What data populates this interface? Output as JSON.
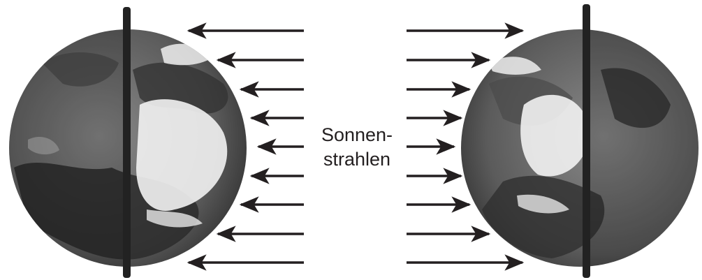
{
  "diagram": {
    "label_line1": "Sonnen-",
    "label_line2": "strahlen",
    "arrow_rows": 9,
    "colors": {
      "ink": "#231f20",
      "globe_dark": "#3a3a3a",
      "globe_mid": "#7a7a7a",
      "cloud": "#f2f2f2",
      "axis": "#222222"
    }
  }
}
